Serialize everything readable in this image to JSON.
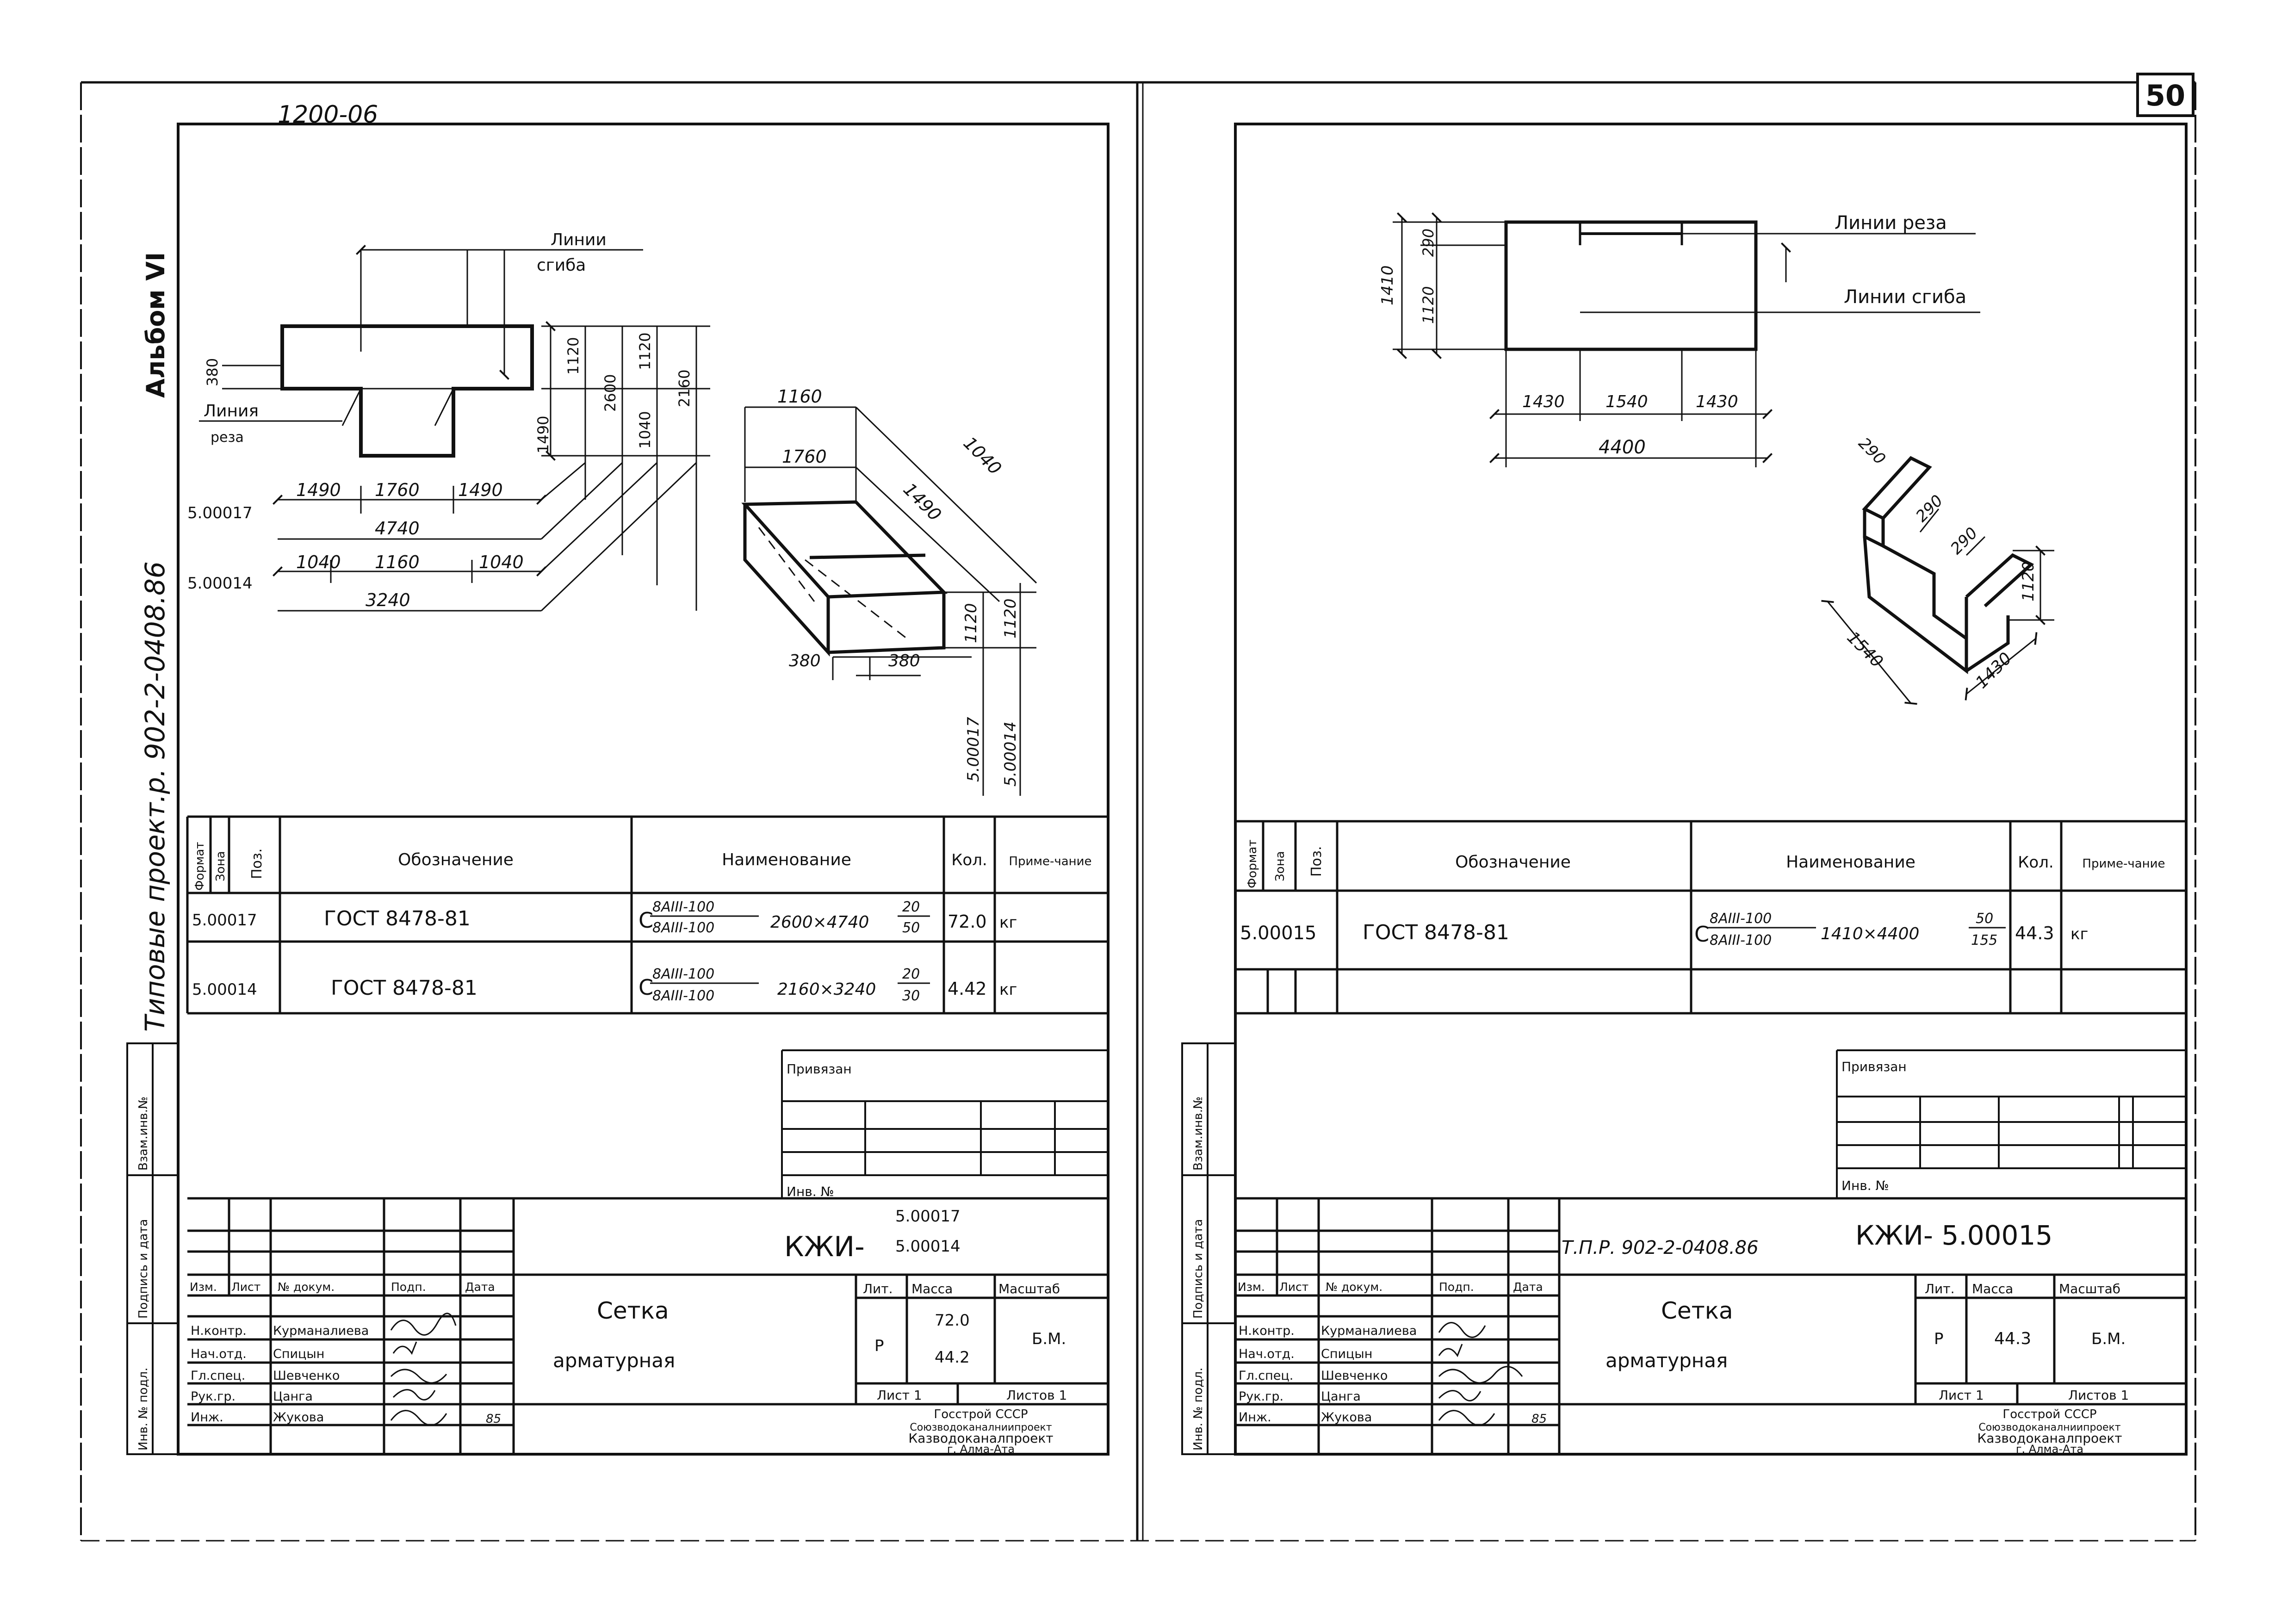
{
  "colors": {
    "ink": "#111111",
    "paper": "#ffffff"
  },
  "page_number": "50",
  "left_sheet": {
    "top_code": "1200-06",
    "album": "Альбом VI",
    "project": "Типовые проект.р. 902-2-0408.86",
    "side_stamps": [
      "Взам.инв.№",
      "Подпись и дата",
      "Инв. № подл."
    ],
    "drawing1": {
      "bend_label_1": "Линии",
      "bend_label_2": "сгиба",
      "cut_label_1": "Линия",
      "cut_label_2": "реза",
      "dims": {
        "d380": "380",
        "d1120": "1120",
        "d1490v": "1490",
        "d2600": "2600",
        "d1040v": "1040",
        "d1120b": "1120",
        "d2160": "2160"
      },
      "row1_mark": "5.00017",
      "row1_parts": [
        "1490",
        "1760",
        "1490"
      ],
      "row1_total": "4740",
      "row2_mark": "5.00014",
      "row2_parts": [
        "1040",
        "1160",
        "1040"
      ],
      "row2_total": "3240"
    },
    "drawing2": {
      "d1160": "1160",
      "d1760": "1760",
      "d1040": "1040",
      "d1490": "1490",
      "d1120a": "1120",
      "d1120b": "1120",
      "d380a": "380",
      "d380b": "380",
      "m1": "5.00017",
      "m2": "5.00014"
    },
    "spec_headers": {
      "format": "Формат",
      "zone": "Зона",
      "pos": "Поз.",
      "designation": "Обозначение",
      "name": "Наименование",
      "qty": "Кол.",
      "note": "Приме-чание"
    },
    "spec_rows": [
      {
        "format": "5.00017",
        "designation": "ГОСТ 8478-81",
        "name_prefix": "С",
        "name_num": "8АIII-100",
        "name_den": "8АIII-100",
        "name_size": "2600×4740",
        "frac_num": "20",
        "frac_den": "50",
        "qty": "72.0",
        "note": "кг"
      },
      {
        "format": "5.00014",
        "designation": "ГОСТ 8478-81",
        "name_prefix": "С",
        "name_num": "8АIII-100",
        "name_den": "8АIII-100",
        "name_size": "2160×3240",
        "frac_num": "20",
        "frac_den": "30",
        "qty": "4.42",
        "note": "кг"
      }
    ],
    "privyazan": "Привязан",
    "inv_no": "Инв. №",
    "code_prefix": "КЖИ-",
    "code_1": "5.00017",
    "code_2": "5.00014",
    "tb_headers": [
      "Изм.",
      "Лист",
      "№ докум.",
      "Подп.",
      "Дата"
    ],
    "roles": [
      {
        "role": "Н.контр.",
        "name": "Курманалиева"
      },
      {
        "role": "Нач.отд.",
        "name": "Спицын"
      },
      {
        "role": "Гл.спец.",
        "name": "Шевченко"
      },
      {
        "role": "Рук.гр.",
        "name": "Цанга"
      },
      {
        "role": "Инж.",
        "name": "Жукова"
      }
    ],
    "title_1": "Сетка",
    "title_2": "арматурная",
    "lit_hdr": "Лит.",
    "mass_hdr": "Масса",
    "scale_hdr": "Масштаб",
    "lit": "Р",
    "mass_1": "72.0",
    "mass_2": "44.2",
    "scale": "Б.М.",
    "sheet": "Лист 1",
    "sheets": "Листов 1",
    "org_1": "Госстрой СССР",
    "org_2": "Союзводоканалниипроект",
    "org_3": "Казводоканалпроект",
    "org_4": "г. Алма-Ата",
    "date": "85"
  },
  "right_sheet": {
    "side_stamps": [
      "Взам.инв.№",
      "Подпись и дата",
      "Инв. № подл."
    ],
    "drawing1": {
      "cut_label": "Линии реза",
      "bend_label": "Линии сгиба",
      "d1410": "1410",
      "d290": "290",
      "d1120": "1120",
      "parts": [
        "1430",
        "1540",
        "1430"
      ],
      "total": "4400"
    },
    "drawing2": {
      "d290a": "290",
      "d290b": "290",
      "d290c": "290",
      "d1120": "1120",
      "d1540": "1540",
      "d1430": "1430"
    },
    "spec_headers": {
      "format": "Формат",
      "zone": "Зона",
      "pos": "Поз.",
      "designation": "Обозначение",
      "name": "Наименование",
      "qty": "Кол.",
      "note": "Приме-чание"
    },
    "spec_rows": [
      {
        "format": "5.00015",
        "designation": "ГОСТ 8478-81",
        "name_prefix": "С",
        "name_num": "8АIII-100",
        "name_den": "8АIII-100",
        "name_size": "1410×4400",
        "frac_num": "50",
        "frac_den": "155",
        "qty": "44.3",
        "note": "кг"
      }
    ],
    "privyazan": "Привязан",
    "inv_no": "Инв. №",
    "tp_code": "Т.П.Р. 902-2-0408.86",
    "code": "КЖИ- 5.00015",
    "tb_headers": [
      "Изм.",
      "Лист",
      "№ докум.",
      "Подп.",
      "Дата"
    ],
    "roles": [
      {
        "role": "Н.контр.",
        "name": "Курманалиева"
      },
      {
        "role": "Нач.отд.",
        "name": "Спицын"
      },
      {
        "role": "Гл.спец.",
        "name": "Шевченко"
      },
      {
        "role": "Рук.гр.",
        "name": "Цанга"
      },
      {
        "role": "Инж.",
        "name": "Жукова"
      }
    ],
    "title_1": "Сетка",
    "title_2": "арматурная",
    "lit_hdr": "Лит.",
    "mass_hdr": "Масса",
    "scale_hdr": "Масштаб",
    "lit": "Р",
    "mass": "44.3",
    "scale": "Б.М.",
    "sheet": "Лист 1",
    "sheets": "Листов 1",
    "org_1": "Госстрой СССР",
    "org_2": "Союзводоканалниипроект",
    "org_3": "Казводоканалпроект",
    "org_4": "г. Алма-Ата",
    "date": "85"
  }
}
